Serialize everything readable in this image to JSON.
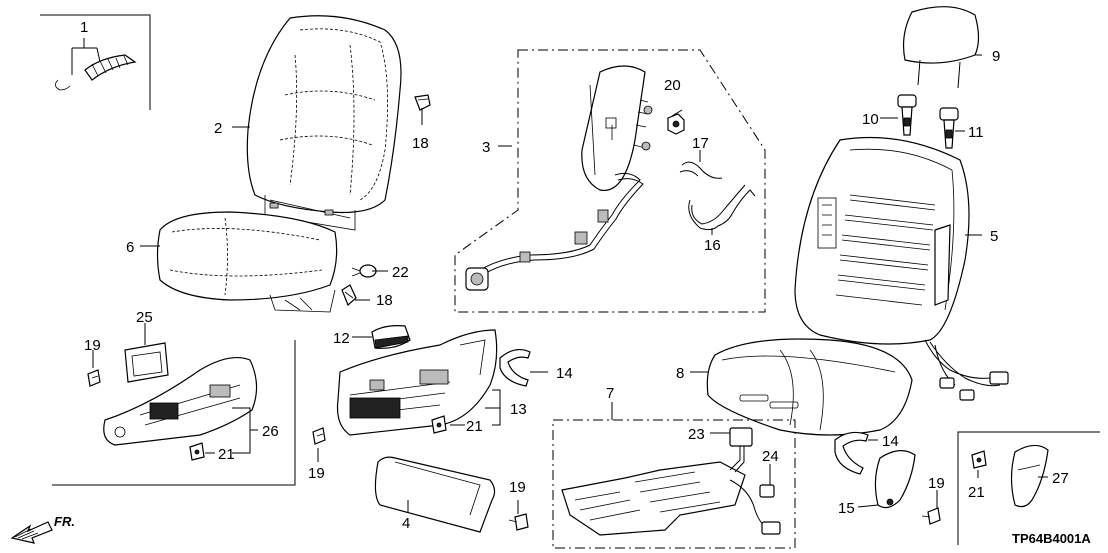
{
  "diagram": {
    "code": "TP64B4001A",
    "direction_label": "FR.",
    "callouts": [
      "1",
      "2",
      "3",
      "4",
      "5",
      "6",
      "7",
      "8",
      "9",
      "10",
      "11",
      "12",
      "13",
      "14",
      "14",
      "15",
      "16",
      "17",
      "18",
      "18",
      "19",
      "19",
      "19",
      "19",
      "20",
      "21",
      "21",
      "21",
      "22",
      "23",
      "24",
      "25",
      "26",
      "27"
    ]
  }
}
